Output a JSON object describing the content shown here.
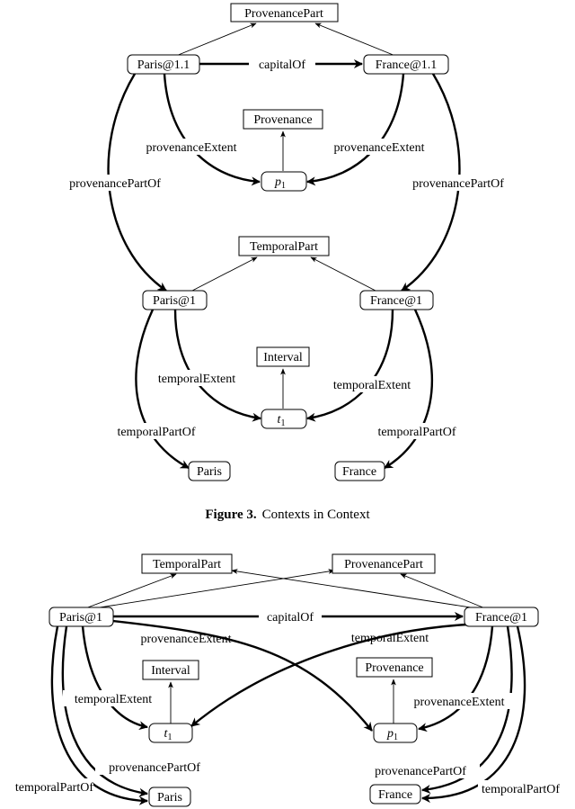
{
  "figure3": {
    "caption_number": "Figure 3.",
    "caption_text": "Contexts in Context",
    "nodes": {
      "provenance_part": "ProvenancePart",
      "paris_1_1": "Paris@1.1",
      "france_1_1": "France@1.1",
      "provenance": "Provenance",
      "p1": "p",
      "p1_sub": "1",
      "temporal_part": "TemporalPart",
      "paris_1": "Paris@1",
      "france_1": "France@1",
      "interval": "Interval",
      "t1": "t",
      "t1_sub": "1",
      "paris": "Paris",
      "france": "France"
    },
    "edges": {
      "capital_of": "capitalOf",
      "provenance_extent_left": "provenanceExtent",
      "provenance_extent_right": "provenanceExtent",
      "provenance_part_of_left": "provenancePartOf",
      "provenance_part_of_right": "provenancePartOf",
      "temporal_extent_left": "temporalExtent",
      "temporal_extent_right": "temporalExtent",
      "temporal_part_of_left": "temporalPartOf",
      "temporal_part_of_right": "temporalPartOf"
    }
  },
  "figure4": {
    "nodes": {
      "temporal_part": "TemporalPart",
      "provenance_part": "ProvenancePart",
      "paris_1": "Paris@1",
      "france_1": "France@1",
      "interval": "Interval",
      "provenance": "Provenance",
      "t1": "t",
      "t1_sub": "1",
      "p1": "p",
      "p1_sub": "1",
      "paris": "Paris",
      "france": "France"
    },
    "edges": {
      "capital_of": "capitalOf",
      "provenance_extent_left": "provenanceExtent",
      "temporal_extent_right": "temporalExtent",
      "temporal_extent_left": "temporalExtent",
      "provenance_extent_right": "provenanceExtent",
      "provenance_part_of_left": "provenancePartOf",
      "provenance_part_of_right": "provenancePartOf",
      "temporal_part_of_left": "temporalPartOf",
      "temporal_part_of_right": "temporalPartOf"
    }
  }
}
